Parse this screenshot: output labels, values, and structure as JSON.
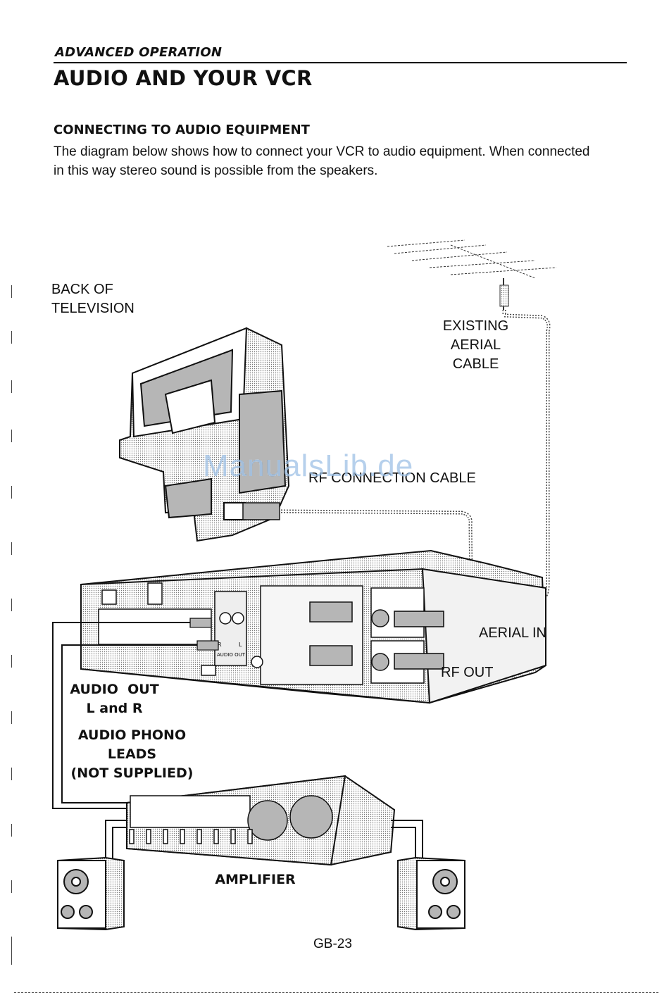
{
  "header": {
    "section_label": "ADVANCED OPERATION",
    "page_title": "AUDIO AND YOUR VCR"
  },
  "section": {
    "heading": "CONNECTING TO AUDIO EQUIPMENT",
    "intro_line1": "The diagram below shows how to connect your VCR to audio equipment. When connected",
    "intro_line2": "in this way stereo sound is possible from the speakers."
  },
  "diagram": {
    "labels": {
      "back_of_tv_line1": "BACK OF",
      "back_of_tv_line2": "TELEVISION",
      "aerial_cable_line1": "EXISTING AERIAL",
      "aerial_cable_line2": "CABLE",
      "rf_cable": "RF CONNECTION CABLE",
      "aerial_in": "AERIAL IN",
      "rf_out": "RF OUT",
      "audio_out_line1": "AUDIO  OUT",
      "audio_out_line2": "L and R",
      "phono_line1": "AUDIO PHONO",
      "phono_line2": "LEADS",
      "phono_line3": "(NOT SUPPLIED)",
      "amplifier": "AMPLIFIER",
      "panel_audio_out": "AUDIO OUT",
      "panel_r": "R",
      "panel_l": "L"
    },
    "watermark": "ManualsLib.de"
  },
  "footer": {
    "page_number": "GB-23"
  }
}
